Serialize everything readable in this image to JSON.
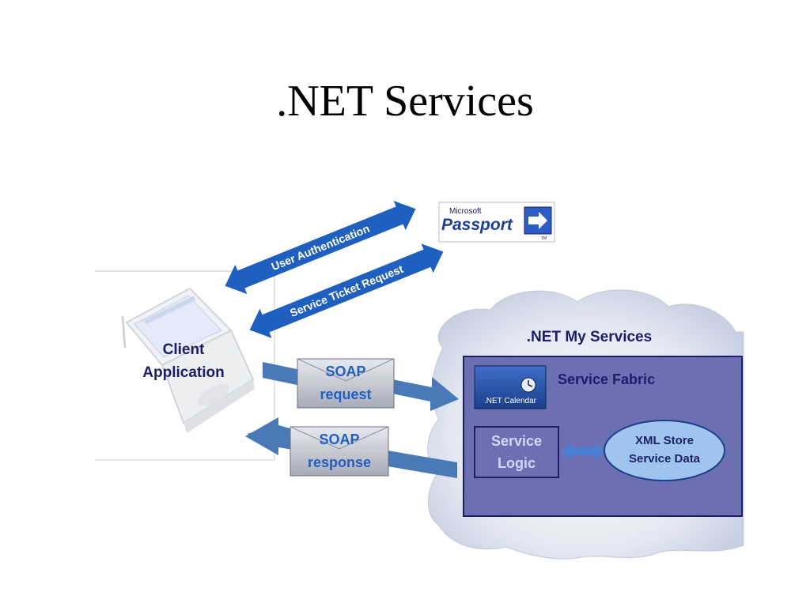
{
  "title": ".NET Services",
  "passport": {
    "brand_small": "Microsoft",
    "brand_main": "Passport",
    "trademark": "TM"
  },
  "arrows": {
    "user_auth": "User Authentication",
    "service_ticket": "Service Ticket Request"
  },
  "client": {
    "line1": "Client",
    "line2": "Application"
  },
  "soap_request": {
    "line1": "SOAP",
    "line2": "request"
  },
  "soap_response": {
    "line1": "SOAP",
    "line2": "response"
  },
  "my_services": {
    "title": ".NET My  Services",
    "fabric_label": "Service Fabric",
    "calendar_label": ".NET Calendar",
    "logic_line1": "Service",
    "logic_line2": "Logic",
    "store_line1": "XML Store",
    "store_line2": "Service Data"
  },
  "colors": {
    "arrow_blue": "#1f5fbf",
    "soap_arrow": "#4a79b8",
    "fabric_fill": "#6d6fb3",
    "navy": "#1b1f6a",
    "store_fill": "#9fc5ee"
  }
}
